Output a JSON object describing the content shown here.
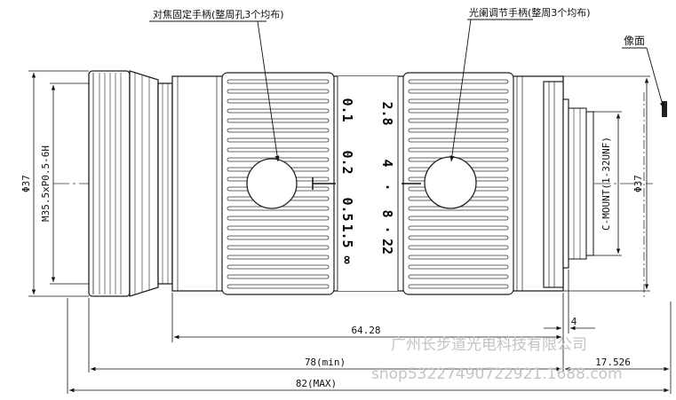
{
  "callouts": {
    "focus_handle": "对焦固定手柄(整周孔3个均布)",
    "iris_handle": "光阑调节手柄(整周3个均布)",
    "image_plane": "像面"
  },
  "dimensions": {
    "front_diameter": "Φ37",
    "front_thread": "M35.5xP0.5-6H",
    "rear_mount": "C-MOUNT(1-32UNF)",
    "rear_diameter": "Φ37",
    "body_length": "64.28",
    "mount_length": "4",
    "length_min": "78(min)",
    "flange_distance": "17.526",
    "length_max": "82(MAX)"
  },
  "focus_scale": [
    "0.1",
    "0.2",
    "0.5",
    "1.5",
    "∞"
  ],
  "aperture_scale": [
    "2.8",
    "4",
    "·",
    "8",
    "·",
    "22"
  ],
  "watermark": {
    "company": "广州长步道光电科技有限公司",
    "url": "shop53227490722921.1688.com"
  }
}
